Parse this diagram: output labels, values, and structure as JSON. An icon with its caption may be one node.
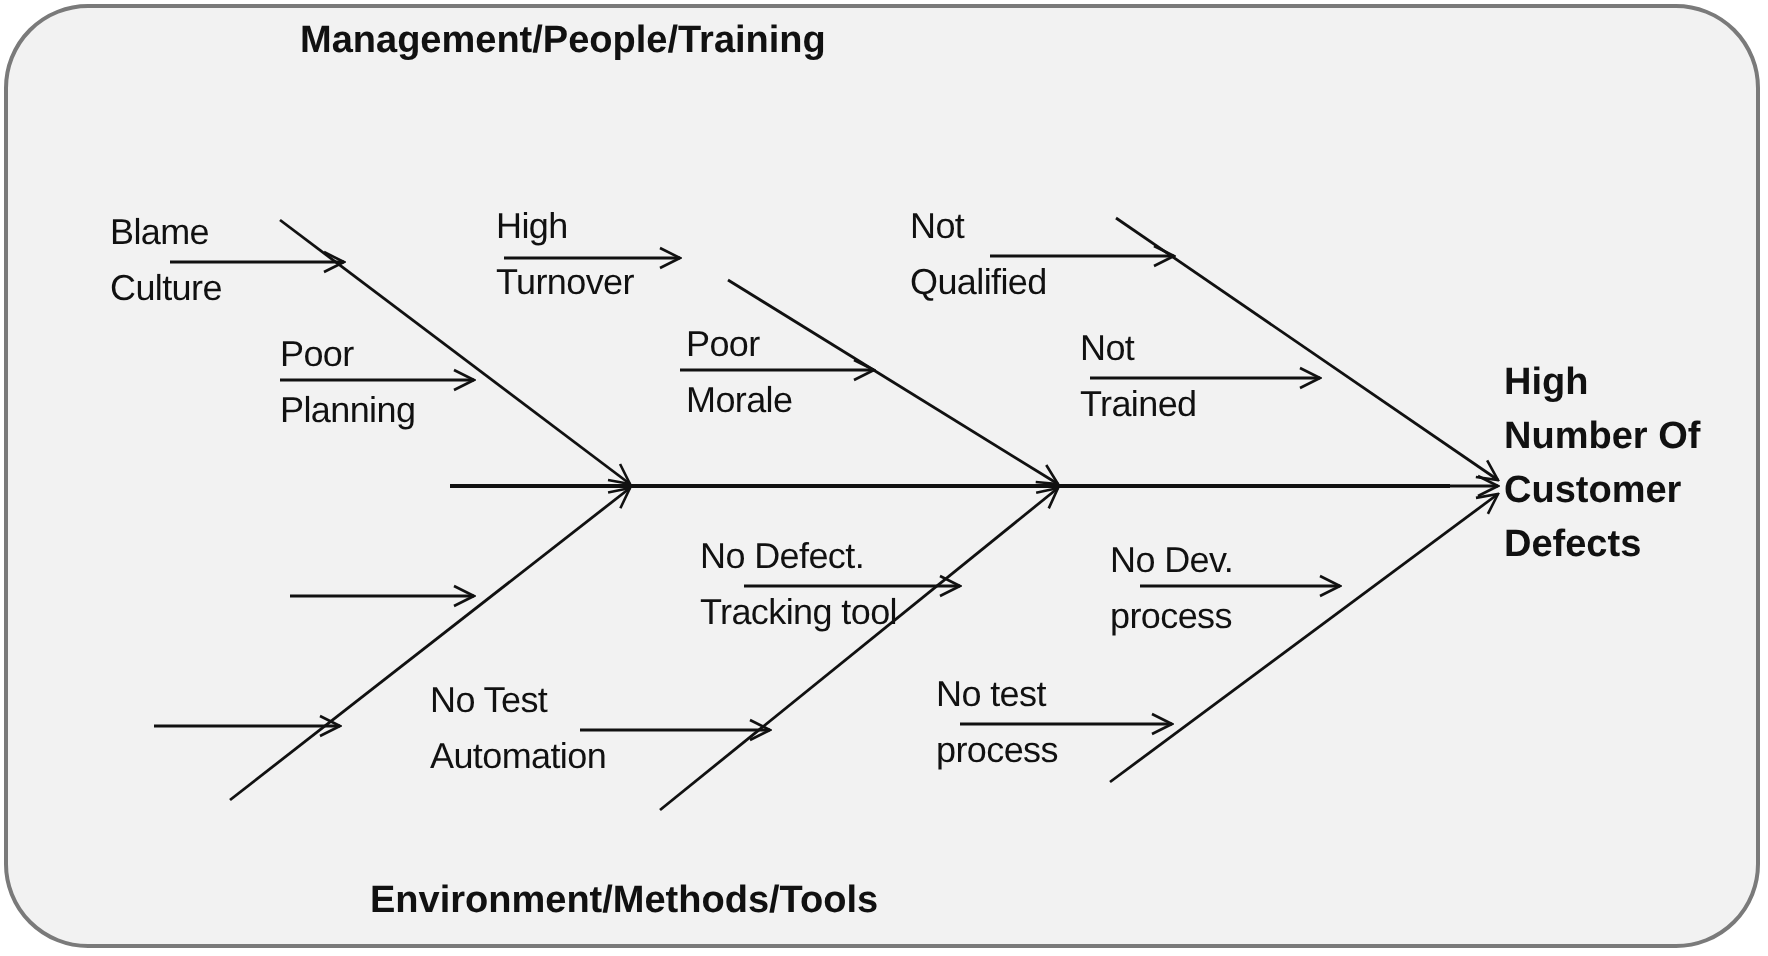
{
  "diagram": {
    "nodes": [
      {
        "text": [
          "Management/People/Training",
          "Environment/Methods/Tools"
        ]
      },
      {
        "text": [
          "High Number Of Customer Defects"
        ],
        "in": 0
      },
      {
        "text": [
          "Blame Culture"
        ],
        "in": 0
      },
      {
        "text": [
          "Poor Planning"
        ],
        "in": 0
      },
      {
        "text": [
          "High Turnover"
        ],
        "in": 0
      },
      {
        "text": [
          "Poor Morale"
        ],
        "in": 0
      },
      {
        "text": [
          "Not Qualified"
        ],
        "in": 0
      },
      {
        "text": [
          "Not Trained"
        ],
        "in": 0
      },
      {
        "text": [
          "No Defect. Tracking tool"
        ],
        "in": 0
      },
      {
        "text": [
          "No Test Automation"
        ],
        "in": 0
      },
      {
        "text": [
          "No Dev. process"
        ],
        "in": 0
      },
      {
        "text": [
          "No test process"
        ],
        "in": 0
      },
      {
        "text": [],
        "shape": "bar",
        "in": 0
      }
    ],
    "edges": [
      {
        "from": 12,
        "to": 1,
        "arrow": "to"
      },
      {
        "from": null,
        "to": 1,
        "arrow": "to"
      },
      {
        "from": null,
        "to": 1,
        "arrow": "to"
      },
      {
        "from": null,
        "to": 12,
        "arrow": "to"
      },
      {
        "from": null,
        "to": 12,
        "arrow": "to"
      },
      {
        "from": null,
        "to": 12,
        "arrow": "to"
      },
      {
        "from": null,
        "to": 12,
        "arrow": "to"
      },
      {
        "from": 2,
        "to": null,
        "arrow": "to"
      },
      {
        "from": 3,
        "to": null,
        "arrow": "to"
      },
      {
        "from": 4,
        "to": null,
        "arrow": "to"
      },
      {
        "from": 5,
        "to": null,
        "arrow": "to"
      },
      {
        "from": 6,
        "to": null,
        "arrow": "to"
      },
      {
        "from": 7,
        "to": null,
        "arrow": "to"
      },
      {
        "from": 8,
        "to": null,
        "arrow": "to"
      },
      {
        "from": 9,
        "to": null,
        "arrow": "to"
      },
      {
        "from": 10,
        "to": null,
        "arrow": "to"
      },
      {
        "from": 11,
        "to": null,
        "arrow": "to"
      }
    ]
  }
}
